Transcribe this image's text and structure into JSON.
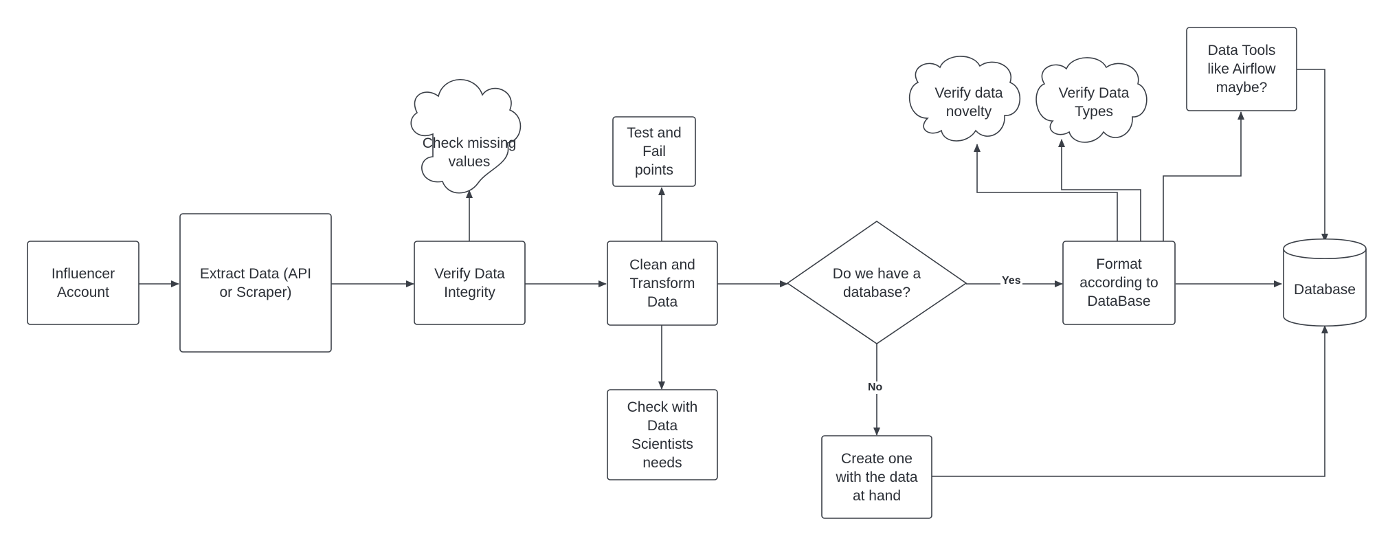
{
  "nodes": {
    "influencer_account": "Influencer\nAccount",
    "extract_data": "Extract Data (API\nor Scraper)",
    "verify_integrity": "Verify Data\nIntegrity",
    "check_missing": "Check missing\nvalues",
    "clean_transform": "Clean and\nTransform\nData",
    "test_fail": "Test and\nFail\npoints",
    "check_scientists": "Check with\nData\nScientists\nneeds",
    "decision": "Do we have a\ndatabase?",
    "create_one": "Create one\nwith the data\nat hand",
    "format_db": "Format\naccording to\nDataBase",
    "verify_novelty": "Verify data\nnovelty",
    "verify_types": "Verify Data\nTypes",
    "data_tools": "Data Tools\nlike Airflow\nmaybe?",
    "database": "Database"
  },
  "edge_labels": {
    "yes": "Yes",
    "no": "No"
  },
  "colors": {
    "stroke": "#3a3f47",
    "text": "#2b2f36",
    "background": "#ffffff"
  }
}
